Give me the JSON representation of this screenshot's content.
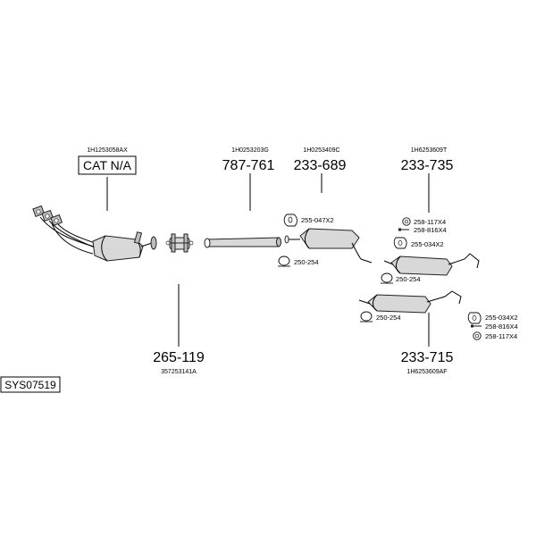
{
  "diagram_id": "SYS07519",
  "cat_note": "CAT N/A",
  "parts": {
    "catalyst": {
      "oem": "1H1253058AX"
    },
    "clamp": {
      "number": "265-119",
      "oem": "357253141A"
    },
    "pipe": {
      "number": "787-761",
      "oem": "1H0253203G"
    },
    "middle_silencer": {
      "number": "233-689",
      "oem": "1H0253409C"
    },
    "rear_silencer_a": {
      "number": "233-735",
      "oem": "1H6253609T"
    },
    "rear_silencer_b": {
      "number": "233-715",
      "oem": "1H6253609AF"
    }
  },
  "accessories": {
    "mid_rubber": "255-047X2",
    "mid_gasket": "250-254",
    "rear_a_ring": "258-117X4",
    "rear_a_bolt": "258-816X4",
    "rear_a_rubber": "255-034X2",
    "rear_a_gasket": "250-254",
    "rear_b_gasket": "250-254",
    "rear_b_rubber": "255-034X2",
    "rear_b_bolt": "258-816X4",
    "rear_b_ring": "258-117X4"
  }
}
